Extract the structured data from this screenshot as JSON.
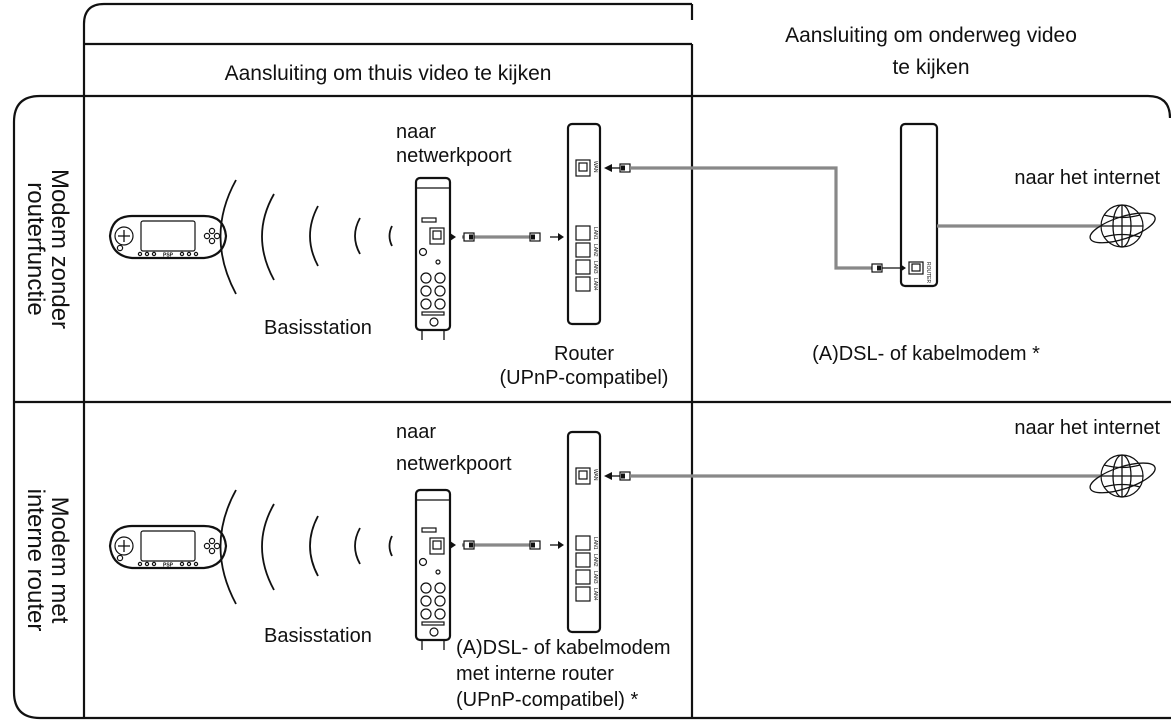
{
  "headers": {
    "home_title": "Aansluiting om thuis video te kijken",
    "away_line1": "Aansluiting om onderweg video",
    "away_line2": "te kijken"
  },
  "rows": [
    {
      "side_line1": "Modem zonder",
      "side_line2": "routerfunctie",
      "basestation_label": "Basisstation",
      "port_line1": "naar",
      "port_line2": "netwerkpoort",
      "router_line1": "Router",
      "router_line2": "(UPnP-compatibel)",
      "internet_label": "naar het internet",
      "modem_label": "(A)DSL- of kabelmodem *"
    },
    {
      "side_line1": "Modem met",
      "side_line2": "interne router",
      "basestation_label": "Basisstation",
      "port_line1": "naar",
      "port_line2": "netwerkpoort",
      "router_line1": "(A)DSL- of kabelmodem",
      "router_line2": "met interne router",
      "router_line3": "(UPnP-compatibel) *",
      "internet_label": "naar het internet"
    }
  ],
  "port_labels": {
    "wan": "WAN",
    "lan1": "LAN1",
    "lan2": "LAN2",
    "lan3": "LAN3",
    "lan4": "LAN4",
    "modem_port": "ROUTER"
  },
  "icons": [
    "psp-console-icon",
    "wireless-waves-icon",
    "base-station-icon",
    "router-icon",
    "dsl-modem-icon",
    "internet-globe-icon"
  ]
}
